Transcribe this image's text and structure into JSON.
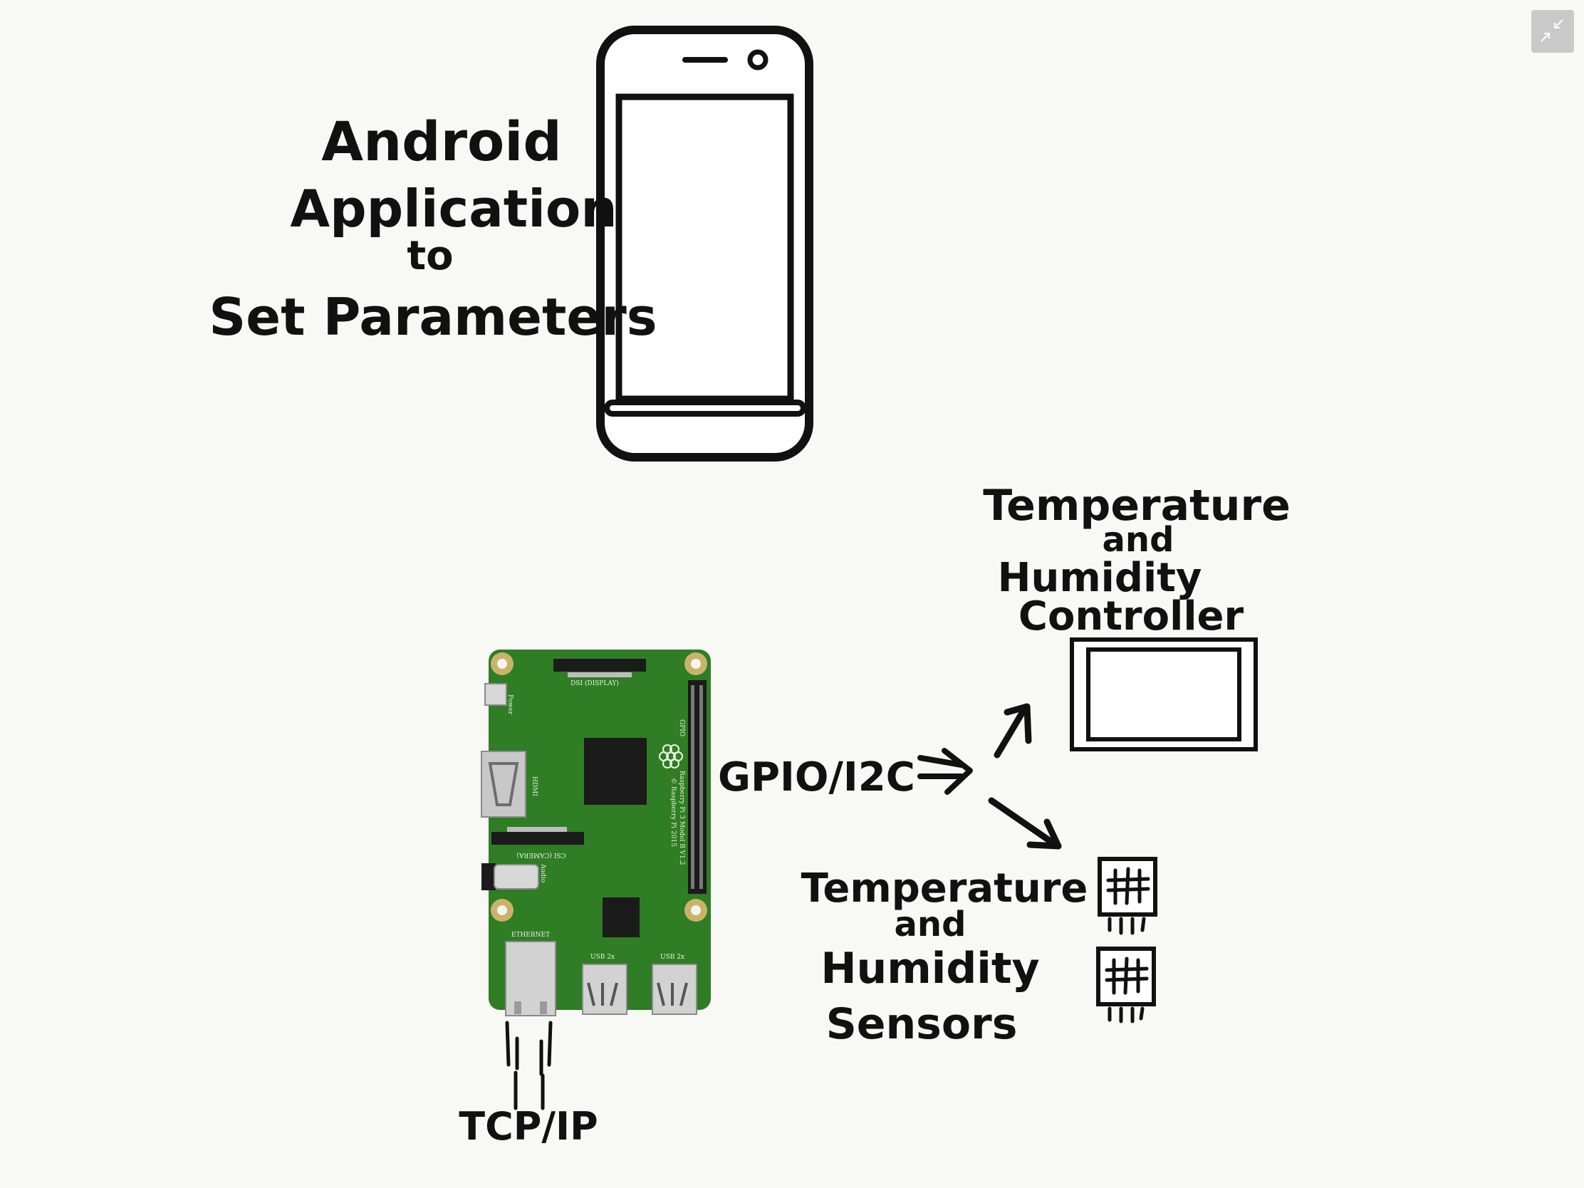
{
  "labels": {
    "android_line1": "Android",
    "android_line2": "Application",
    "android_line3": "to",
    "android_line4": "Set Parameters",
    "gpio": "GPIO/I2C",
    "controller_line1": "Temperature",
    "controller_line2": "and",
    "controller_line3": "Humidity",
    "controller_line4": "Controller",
    "sensors_line1": "Temperature",
    "sensors_line2": "and",
    "sensors_line3": "Humidity",
    "sensors_line4": "Sensors",
    "tcpip": "TCP/IP"
  },
  "board": {
    "dsi": "DSI (DISPLAY)",
    "power": "Power",
    "hdmi": "HDMI",
    "csi": "CSI (CAMERA)",
    "audio": "Audio",
    "gpio": "GPIO",
    "model": "Raspberry Pi 3 Model B V1.2",
    "copyright": "© Raspberry Pi 2015",
    "ethernet": "ETHERNET",
    "usb1": "USB 2x",
    "usb2": "USB 2x"
  },
  "colors": {
    "background": "#f8f8f5",
    "ink": "#111111",
    "board_green": "#2f7d24",
    "board_dark": "#1b1b1b",
    "connector_grey": "#c8c8c8"
  },
  "icons": {
    "fullscreen_exit": "exit-fullscreen-icon"
  }
}
